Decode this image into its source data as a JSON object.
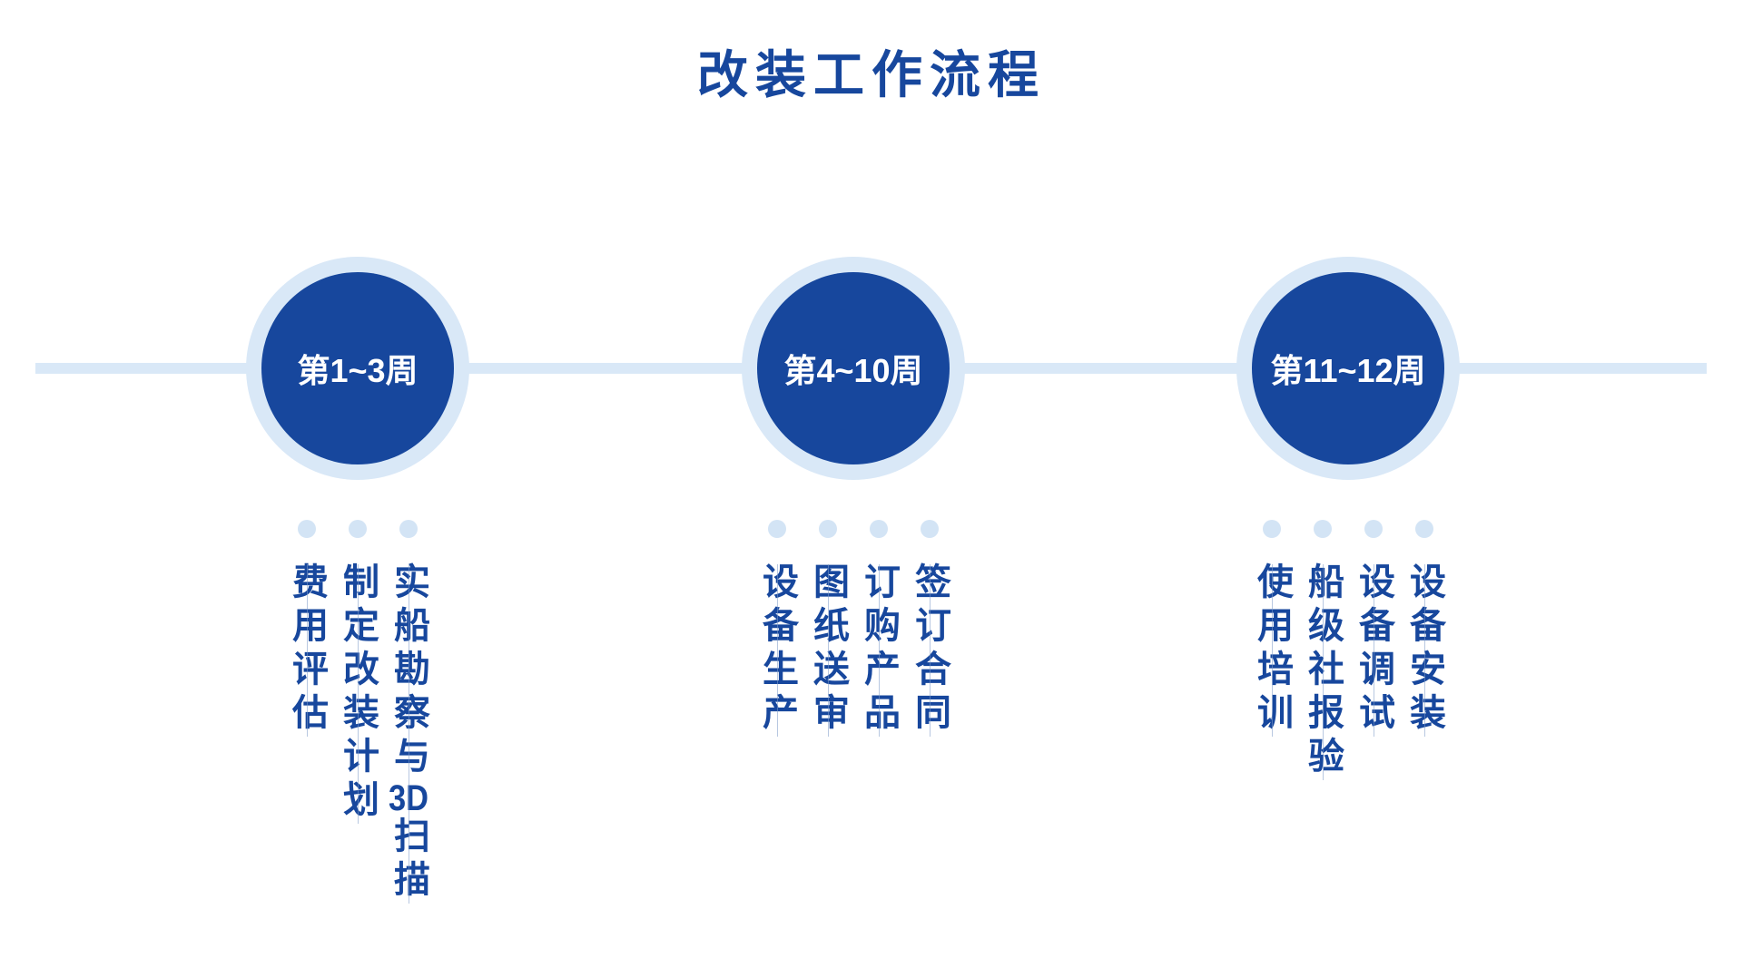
{
  "page": {
    "title": "改装工作流程"
  },
  "colors": {
    "primary_dark": "#17479d",
    "light_blue": "#d9e8f7",
    "dot_blue": "#d3e4f5",
    "week_label_text": "#ffffff",
    "background": "#ffffff"
  },
  "timeline": {
    "steps": [
      {
        "week_label": "第1~3周",
        "items": [
          "实船勘察与3D扫描",
          "制定改装计划",
          "费用评估"
        ]
      },
      {
        "week_label": "第4~10周",
        "items": [
          "签订合同",
          "订购产品",
          "图纸送审",
          "设备生产"
        ]
      },
      {
        "week_label": "第11~12周",
        "items": [
          "设备安装",
          "设备调试",
          "船级社报验",
          "使用培训"
        ]
      }
    ]
  }
}
